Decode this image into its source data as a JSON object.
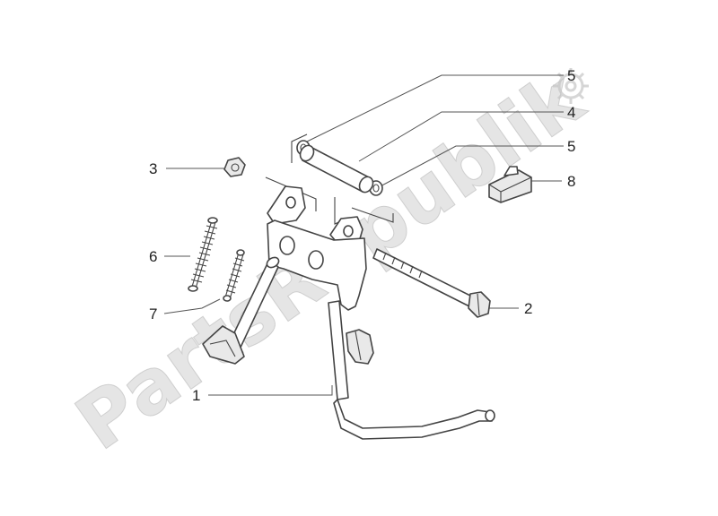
{
  "watermark": {
    "text": "PartsRepublik",
    "icon": "gear-icon"
  },
  "callouts": [
    {
      "id": "callout-5-top",
      "label": "5"
    },
    {
      "id": "callout-4",
      "label": "4"
    },
    {
      "id": "callout-5-lower",
      "label": "5"
    },
    {
      "id": "callout-3",
      "label": "3"
    },
    {
      "id": "callout-8",
      "label": "8"
    },
    {
      "id": "callout-6",
      "label": "6"
    },
    {
      "id": "callout-7",
      "label": "7"
    },
    {
      "id": "callout-2",
      "label": "2"
    },
    {
      "id": "callout-1",
      "label": "1"
    }
  ]
}
